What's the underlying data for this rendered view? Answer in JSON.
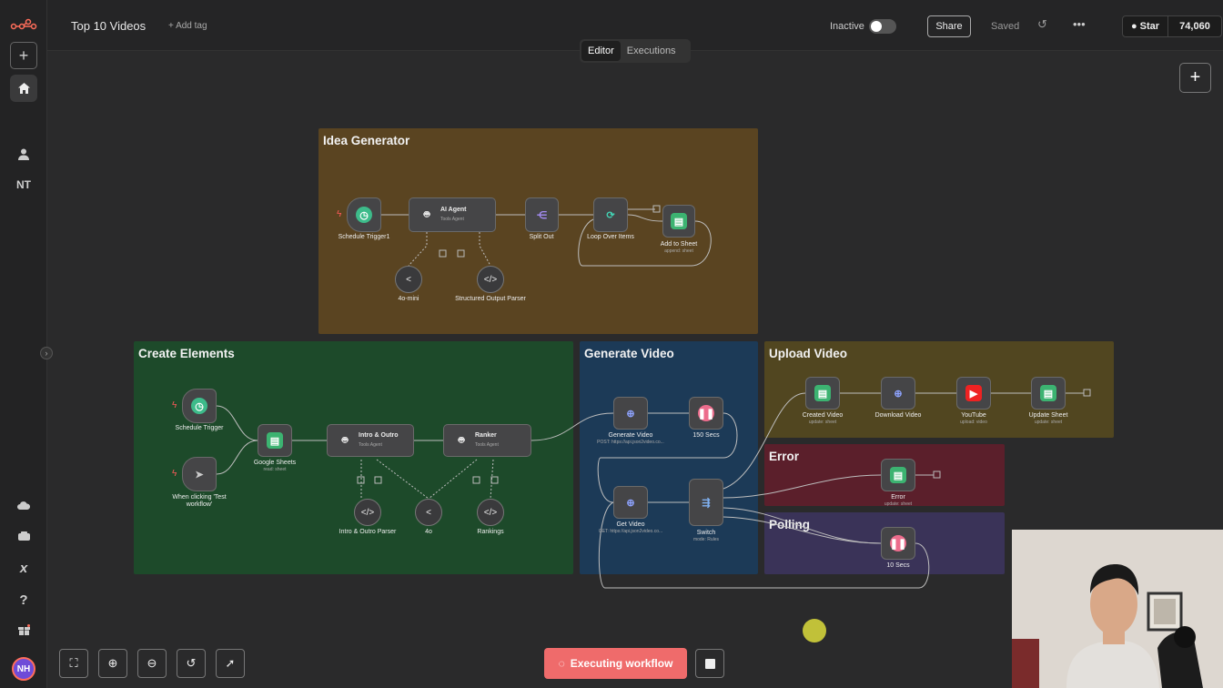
{
  "header": {
    "workflow_title": "Top 10 Videos",
    "add_tag": "+ Add tag",
    "status_label": "Inactive",
    "share_label": "Share",
    "saved_label": "Saved",
    "github_star": "Star",
    "github_count": "74,060"
  },
  "tabs": [
    {
      "label": "Editor",
      "active": true
    },
    {
      "label": "Executions",
      "active": false
    }
  ],
  "sidebar": {
    "initials_item": "NT",
    "avatar_initials": "NH"
  },
  "groups": {
    "idea": "Idea Generator",
    "create": "Create Elements",
    "generate": "Generate Video",
    "upload": "Upload Video",
    "error": "Error",
    "polling": "Polling"
  },
  "nodes": {
    "schedule_trigger1": "Schedule Trigger1",
    "ai_agent": "AI Agent",
    "ai_agent_sub": "Tools Agent",
    "split_out": "Split Out",
    "loop_over_items": "Loop Over Items",
    "add_to_sheet": "Add to Sheet",
    "add_to_sheet_sub": "append: sheet",
    "model_4o_mini": "4o-mini",
    "structured_output_parser": "Structured Output Parser",
    "schedule_trigger": "Schedule Trigger",
    "when_clicking": "When clicking 'Test workflow'",
    "google_sheets": "Google Sheets",
    "google_sheets_sub": "read: sheet",
    "intro_outro": "Intro & Outro",
    "intro_outro_sub": "Tools Agent",
    "ranker": "Ranker",
    "ranker_sub": "Tools Agent",
    "intro_outro_parser": "Intro & Outro Parser",
    "model_4o": "4o",
    "rankings": "Rankings",
    "generate_video": "Generate Video",
    "generate_video_sub": "POST: https://api.json2video.co...",
    "secs_150": "150 Secs",
    "get_video": "Get Video",
    "get_video_sub": "GET: https://api.json2video.co...",
    "switch": "Switch",
    "switch_sub": "mode: Rules",
    "created_video": "Created Video",
    "created_video_sub": "update: sheet",
    "download_video": "Download Video",
    "youtube": "YouTube",
    "youtube_sub": "upload: video",
    "update_sheet": "Update Sheet",
    "update_sheet_sub": "update: sheet",
    "error_node": "Error",
    "error_node_sub": "update: sheet",
    "secs_10": "10 Secs"
  },
  "execute_button": "Executing workflow",
  "colors": {
    "accent": "#ff6d5a",
    "idea_group": "#5a4421",
    "create_group": "#1d4a2a",
    "generate_group": "#1c3a57",
    "upload_group": "#514620",
    "error_group": "#5b1f2b",
    "polling_group": "#3a3358",
    "execute_button": "#ef6b6b"
  }
}
